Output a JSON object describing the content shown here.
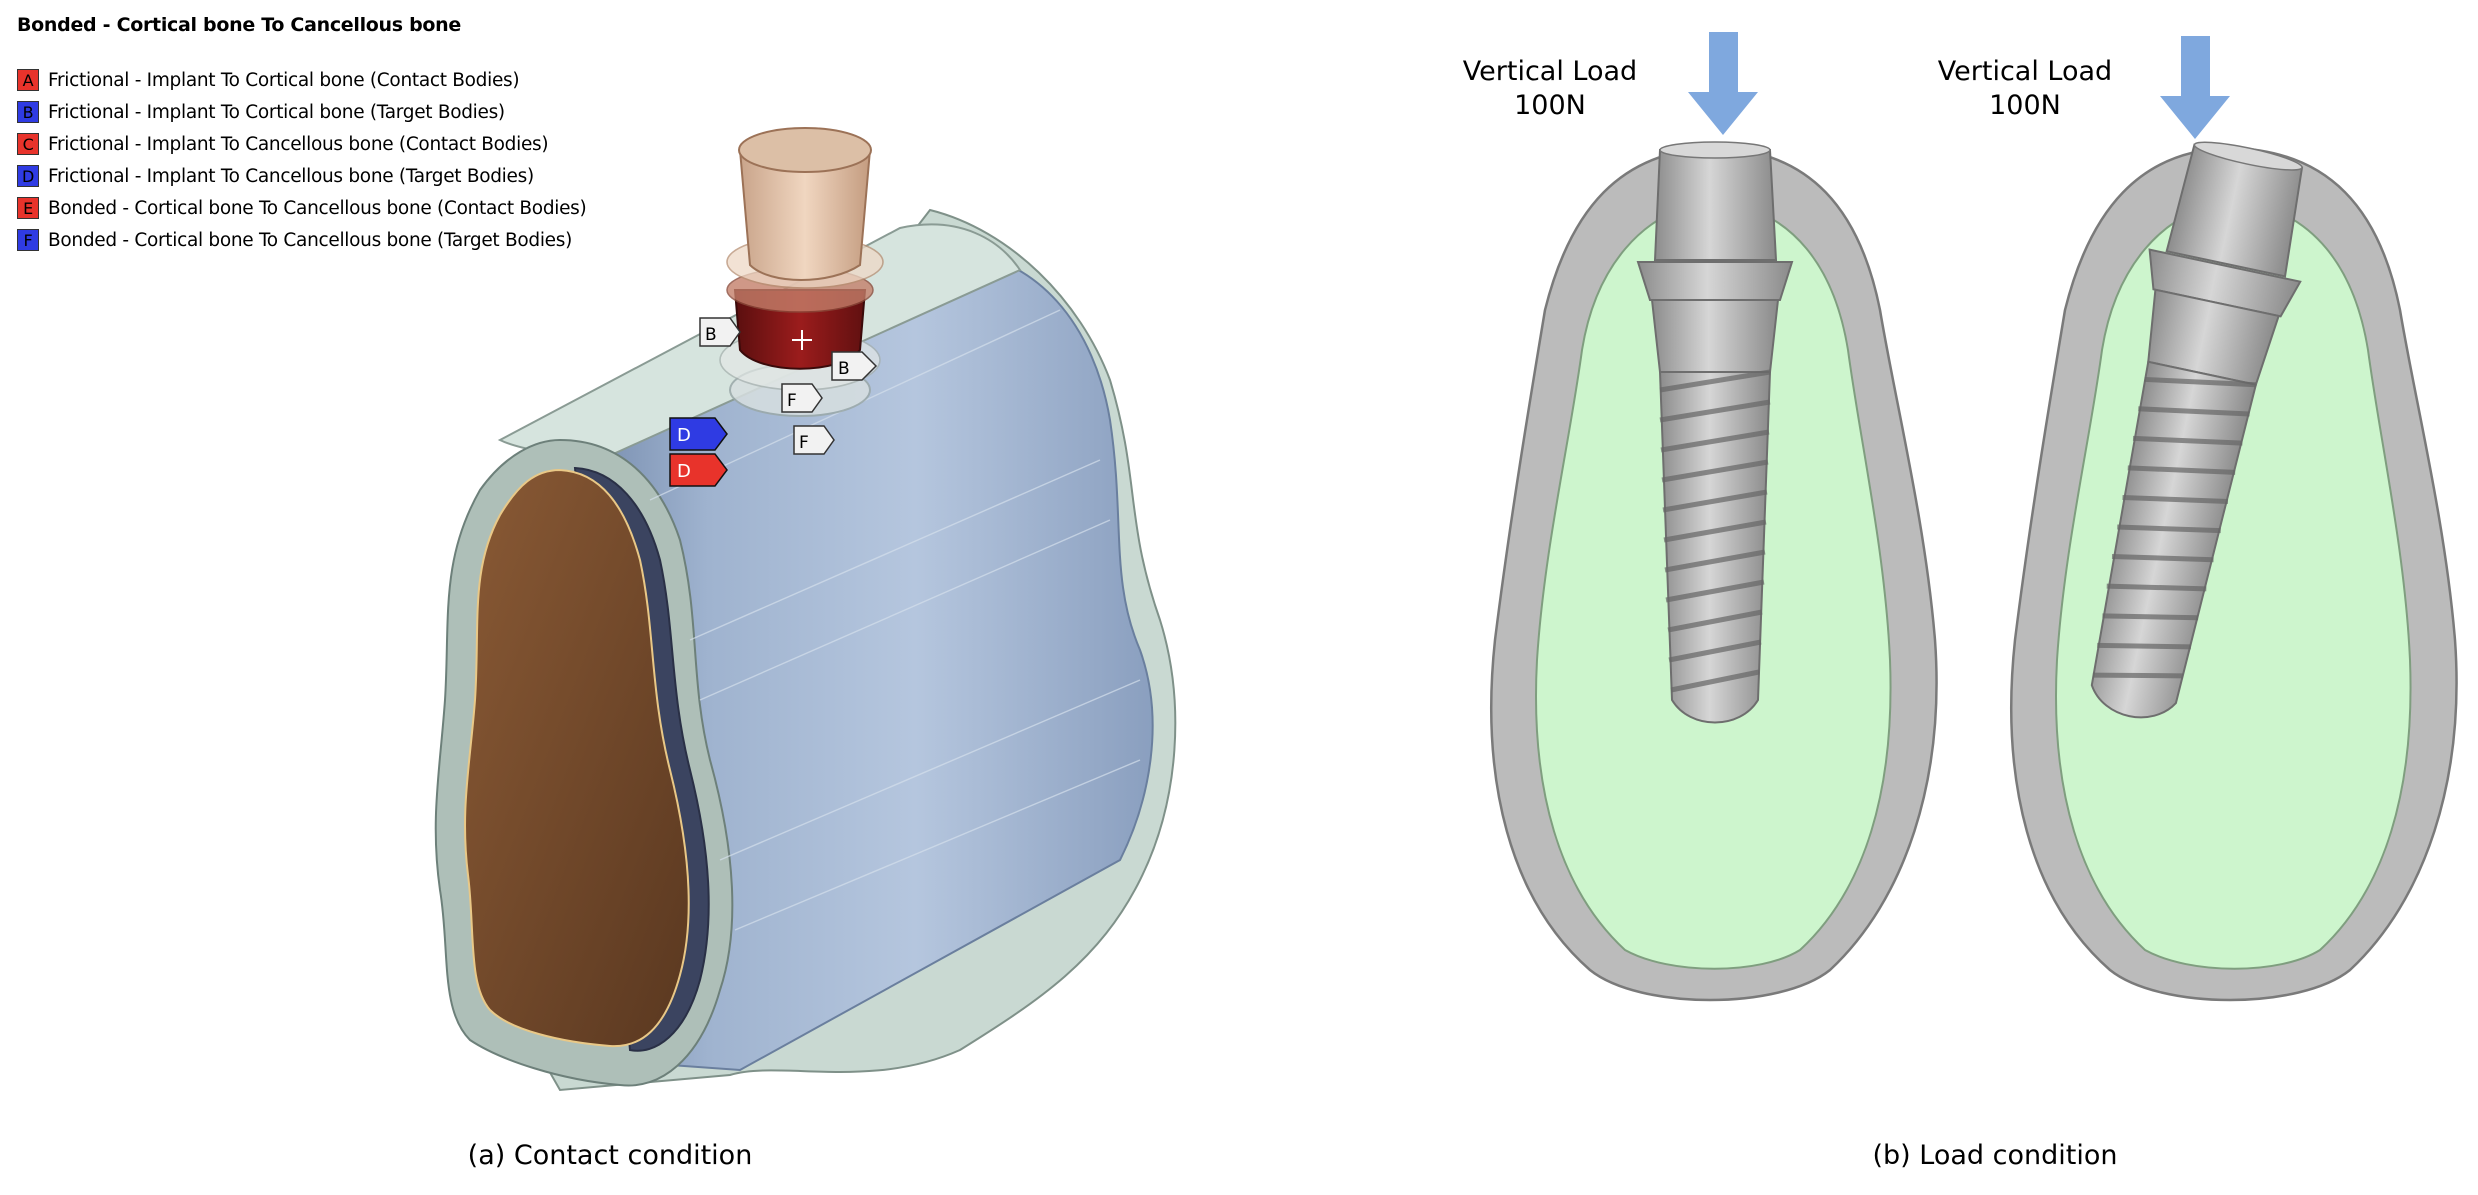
{
  "panel_a": {
    "title": "Bonded - Cortical bone To Cancellous bone",
    "legend": [
      {
        "key": "A",
        "color": "#e8332b",
        "label": "Frictional - Implant To Cortical bone (Contact Bodies)"
      },
      {
        "key": "B",
        "color": "#2f3be3",
        "label": "Frictional - Implant To Cortical bone (Target Bodies)"
      },
      {
        "key": "C",
        "color": "#e8332b",
        "label": "Frictional - Implant To Cancellous bone (Contact Bodies)"
      },
      {
        "key": "D",
        "color": "#2f3be3",
        "label": "Frictional - Implant To Cancellous bone (Target Bodies)"
      },
      {
        "key": "E",
        "color": "#e8332b",
        "label": "Bonded - Cortical bone To Cancellous bone (Contact Bodies)"
      },
      {
        "key": "F",
        "color": "#2f3be3",
        "label": "Bonded - Cortical bone To Cancellous bone (Target Bodies)"
      }
    ],
    "tags": {
      "b1": "B",
      "b2": "B",
      "f1": "F",
      "f2": "F",
      "d_blue": "D",
      "d_red": "D"
    },
    "caption": "(a) Contact condition"
  },
  "panel_b": {
    "load_left": {
      "line1": "Vertical Load",
      "line2": "100N"
    },
    "load_right": {
      "line1": "Vertical Load",
      "line2": "100N"
    },
    "caption": "(b) Load condition"
  },
  "colors": {
    "contact": "#e8332b",
    "target": "#2f3be3",
    "arrow": "#7fa8de",
    "cancellous": "#cdf5cd",
    "cortical": "#bbbbbb"
  }
}
